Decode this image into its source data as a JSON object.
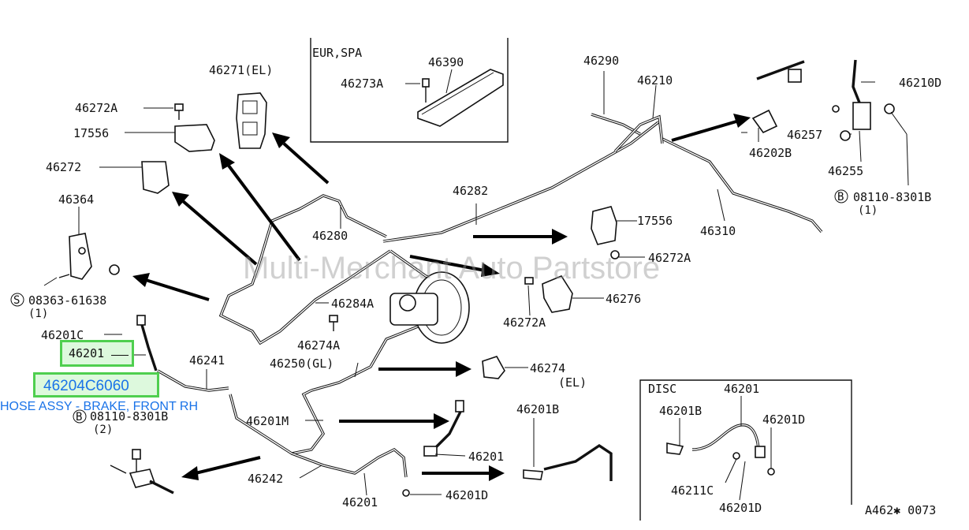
{
  "watermark": "Multi-Merchant Auto Partstore",
  "diagram_code": "A462✱ 0073",
  "inset_eur": {
    "title": "EUR,SPA",
    "parts": [
      "46390",
      "46273A"
    ]
  },
  "inset_disc": {
    "title": "DISC",
    "parts": [
      "46201",
      "46201B",
      "46201D",
      "46211C",
      "46201D"
    ]
  },
  "callouts": {
    "p46271": "46271(EL)",
    "p46272A_top": "46272A",
    "p17556_left": "17556",
    "p46272": "46272",
    "p46364": "46364",
    "p08363": "08363-61638",
    "p08363_qty": "(1)",
    "p46201C": "46201C",
    "p46241": "46241",
    "p08110_left": "08110-8301B",
    "p08110_left_qty": "(2)",
    "p46201M": "46201M",
    "p46242": "46242",
    "p46201_bottom": "46201",
    "p46201D_bottom": "46201D",
    "p46201_mid": "46201",
    "p46201B_mid": "46201B",
    "p46250": "46250(GL)",
    "p46274A": "46274A",
    "p46284A": "46284A",
    "p46280": "46280",
    "p46282": "46282",
    "p46272A_mid": "46272A",
    "p46276": "46276",
    "p46274": "46274",
    "p46274_el": "(EL)",
    "p17556_right": "17556",
    "p46272A_right": "46272A",
    "p46290": "46290",
    "p46210": "46210",
    "p46310": "46310",
    "p46210D": "46210D",
    "p46257": "46257",
    "p46202B": "46202B",
    "p46255": "46255",
    "p08110_right": "08110-8301B",
    "p08110_right_qty": "(1)"
  },
  "highlights": {
    "selected_part": "46201",
    "selected_part_number": "46204C6060",
    "selected_part_desc": "HOSE ASSY - BRAKE, FRONT RH"
  },
  "colors": {
    "highlight_border": "#4fcf4f",
    "highlight_text": "#1a73e8"
  }
}
